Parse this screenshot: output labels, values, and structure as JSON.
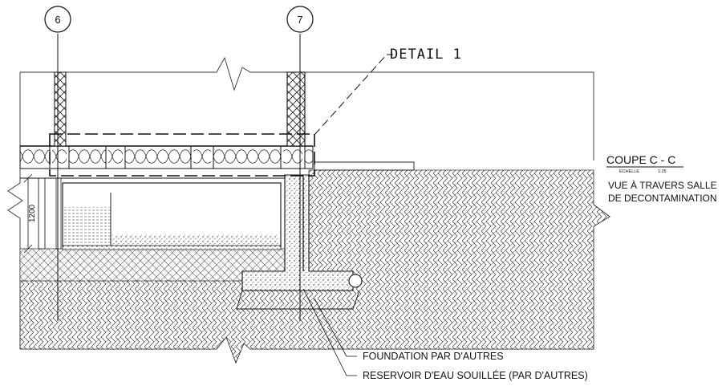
{
  "grid_markers": [
    "6",
    "7"
  ],
  "detail_callout": "DETAIL 1",
  "section": {
    "title": "COUPE C - C",
    "scale_label": "ÉCHELLE",
    "scale_value": "1:25",
    "description_line1": "VUE À TRAVERS SALLE",
    "description_line2": "DE DECONTAMINATION"
  },
  "dimension": "1200",
  "leaders": {
    "foundation": "FOUNDATION PAR D'AUTRES",
    "reservoir": "RESERVOIR D'EAU SOUILLÉE (PAR D'AUTRES)"
  }
}
